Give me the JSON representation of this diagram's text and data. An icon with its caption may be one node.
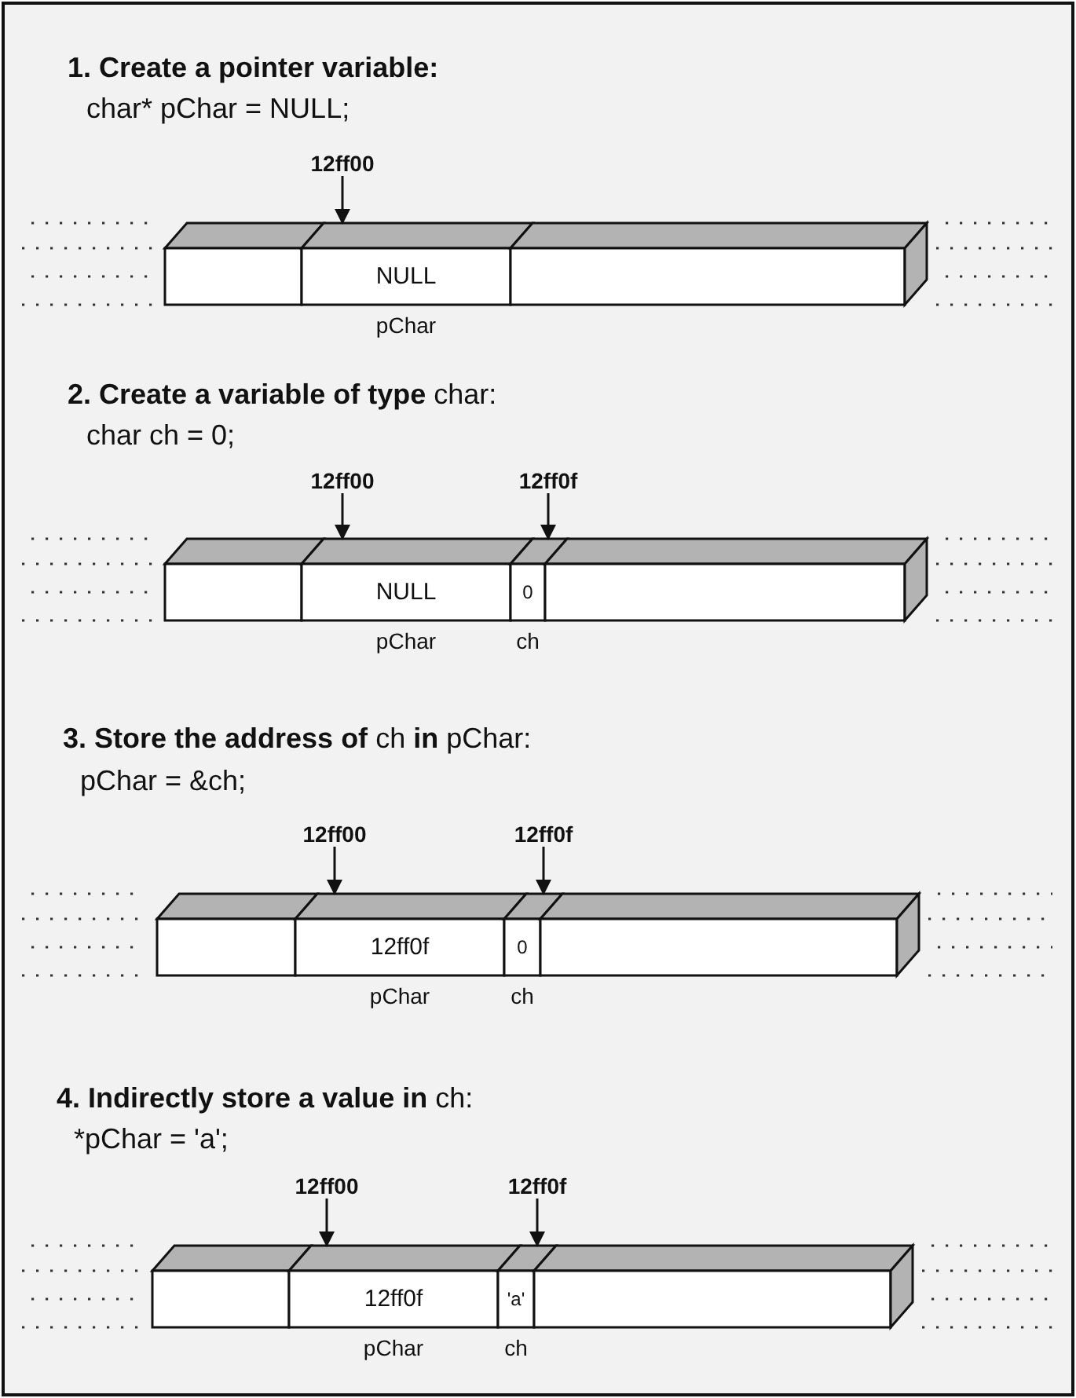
{
  "diagram": {
    "nodes": [
      {
        "text": [
          "12ff00"
        ]
      },
      {
        "text": [],
        "shape": "box"
      },
      {
        "text": [
          "NULL"
        ],
        "beside": [
          "pChar"
        ]
      },
      {
        "text": [],
        "shape": "box"
      },
      {
        "text": [
          "12ff00"
        ]
      },
      {
        "text": [
          "12ff0f"
        ]
      },
      {
        "text": [],
        "shape": "box"
      },
      {
        "text": [
          "NULL"
        ],
        "beside": [
          "pChar"
        ]
      },
      {
        "text": [
          "0"
        ],
        "beside": [
          "ch"
        ]
      },
      {
        "text": [],
        "shape": "box"
      },
      {
        "text": [
          "12ff00"
        ]
      },
      {
        "text": [
          "12ff0f"
        ]
      },
      {
        "text": [],
        "shape": "box"
      },
      {
        "text": [
          "12ff0f"
        ],
        "beside": [
          "pChar"
        ]
      },
      {
        "text": [
          "0"
        ],
        "beside": [
          "ch"
        ]
      },
      {
        "text": [],
        "shape": "box"
      },
      {
        "text": [
          "12ff00"
        ]
      },
      {
        "text": [
          "12ff0f"
        ]
      },
      {
        "text": [],
        "shape": "box"
      },
      {
        "text": [
          "12ff0f"
        ],
        "beside": [
          "pChar"
        ]
      },
      {
        "text": [
          "'a'"
        ],
        "beside": [
          "ch"
        ]
      },
      {
        "text": [],
        "shape": "box"
      }
    ],
    "edges": [
      {
        "from": 0,
        "to": 2,
        "arrow": "to"
      },
      {
        "from": 4,
        "to": 7,
        "arrow": "to"
      },
      {
        "from": 5,
        "to": 8,
        "arrow": "to"
      },
      {
        "from": 10,
        "to": 13,
        "arrow": "to"
      },
      {
        "from": 11,
        "to": 14,
        "arrow": "to"
      },
      {
        "from": 16,
        "to": 19,
        "arrow": "to"
      },
      {
        "from": 17,
        "to": 20,
        "arrow": "to"
      }
    ],
    "labels": [
      "1. Create a pointer variable:",
      "char* pChar = NULL;",
      "**2. Create a variable of type** char:",
      "char ch = 0;",
      "**3. Store the address of** ch **in** pChar:",
      "pChar = &ch;",
      "**4. Indirectly store a value in** ch:",
      "*pChar = 'a';"
    ]
  }
}
